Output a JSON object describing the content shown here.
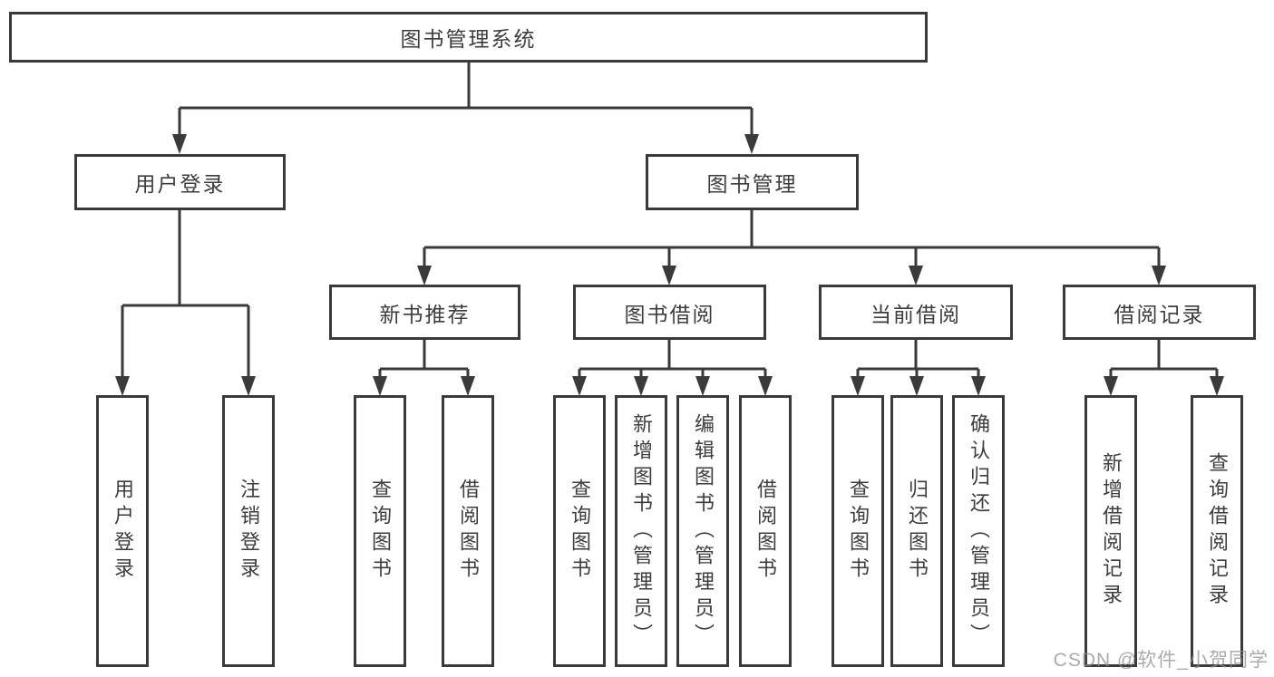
{
  "diagram": {
    "root": {
      "label": "图书管理系统"
    },
    "level2": [
      {
        "label": "用户登录"
      },
      {
        "label": "图书管理"
      }
    ],
    "level3": [
      {
        "label": "新书推荐"
      },
      {
        "label": "图书借阅"
      },
      {
        "label": "当前借阅"
      },
      {
        "label": "借阅记录"
      }
    ],
    "leaves": {
      "user_login": [
        "用户登录",
        "注销登录"
      ],
      "new_book_recommendation": [
        "查询图书",
        "借阅图书"
      ],
      "book_borrowing": [
        "查询图书",
        "新增图书（管理员）",
        "编辑图书（管理员）",
        "借阅图书"
      ],
      "current_borrowing": [
        "查询图书",
        "归还图书",
        "确认归还（管理员）"
      ],
      "borrow_records": [
        "新增借阅记录",
        "查询借阅记录"
      ]
    },
    "colors": {
      "line": "#3a3a3a",
      "box_border": "#3a3a3a",
      "text": "#3d3d3d",
      "background": "#ffffff",
      "watermark": "#8f8f8f"
    }
  },
  "watermark": {
    "text": "CSDN @软件_小贺同学"
  }
}
